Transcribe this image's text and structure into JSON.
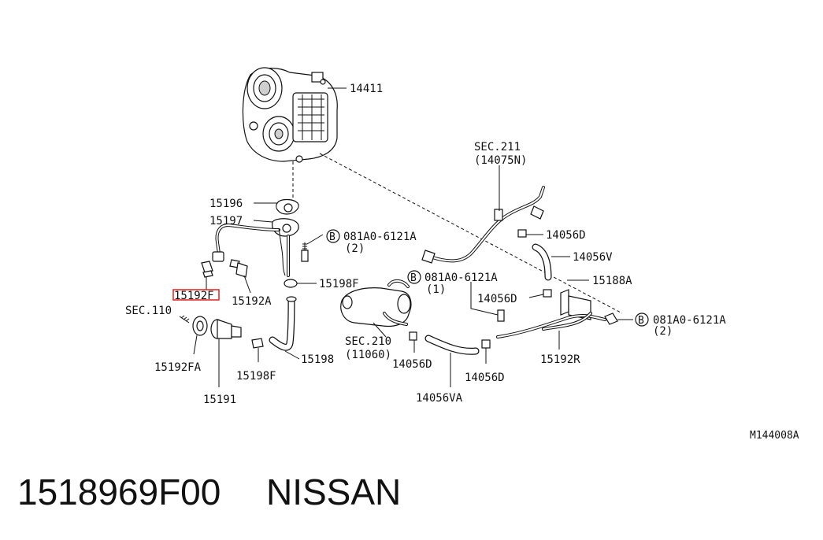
{
  "diagram": {
    "labels": {
      "l14411": "14411",
      "sec211": "SEC.211",
      "sec211_ref": "(14075N)",
      "l15196": "15196",
      "l15197": "15197",
      "bolt_top": "081A0-6121A",
      "bolt_top_qty": "(2)",
      "l14056d_top": "14056D",
      "l14056v": "14056V",
      "bolt_mid": "081A0-6121A",
      "bolt_mid_qty": "(1)",
      "l15188a": "15188A",
      "l15192f": "15192F",
      "l15192a": "15192A",
      "l15198f_top": "15198F",
      "l14056d_mid": "14056D",
      "sec110": "SEC.110",
      "bolt_right": "081A0-6121A",
      "bolt_right_qty": "(2)",
      "sec210": "SEC.210",
      "sec210_ref": "(11060)",
      "l15192fa": "15192FA",
      "l15198": "15198",
      "l14056d_bottom": "14056D",
      "l14056d_right": "14056D",
      "l15192r": "15192R",
      "l15198f_bottom": "15198F",
      "l15191": "15191",
      "l14056va": "14056VA",
      "bolt_marker": "B",
      "diagram_code": "M144008A"
    },
    "highlight_color": "#e02020"
  },
  "footer": {
    "part_number": "1518969F00",
    "brand": "NISSAN"
  }
}
